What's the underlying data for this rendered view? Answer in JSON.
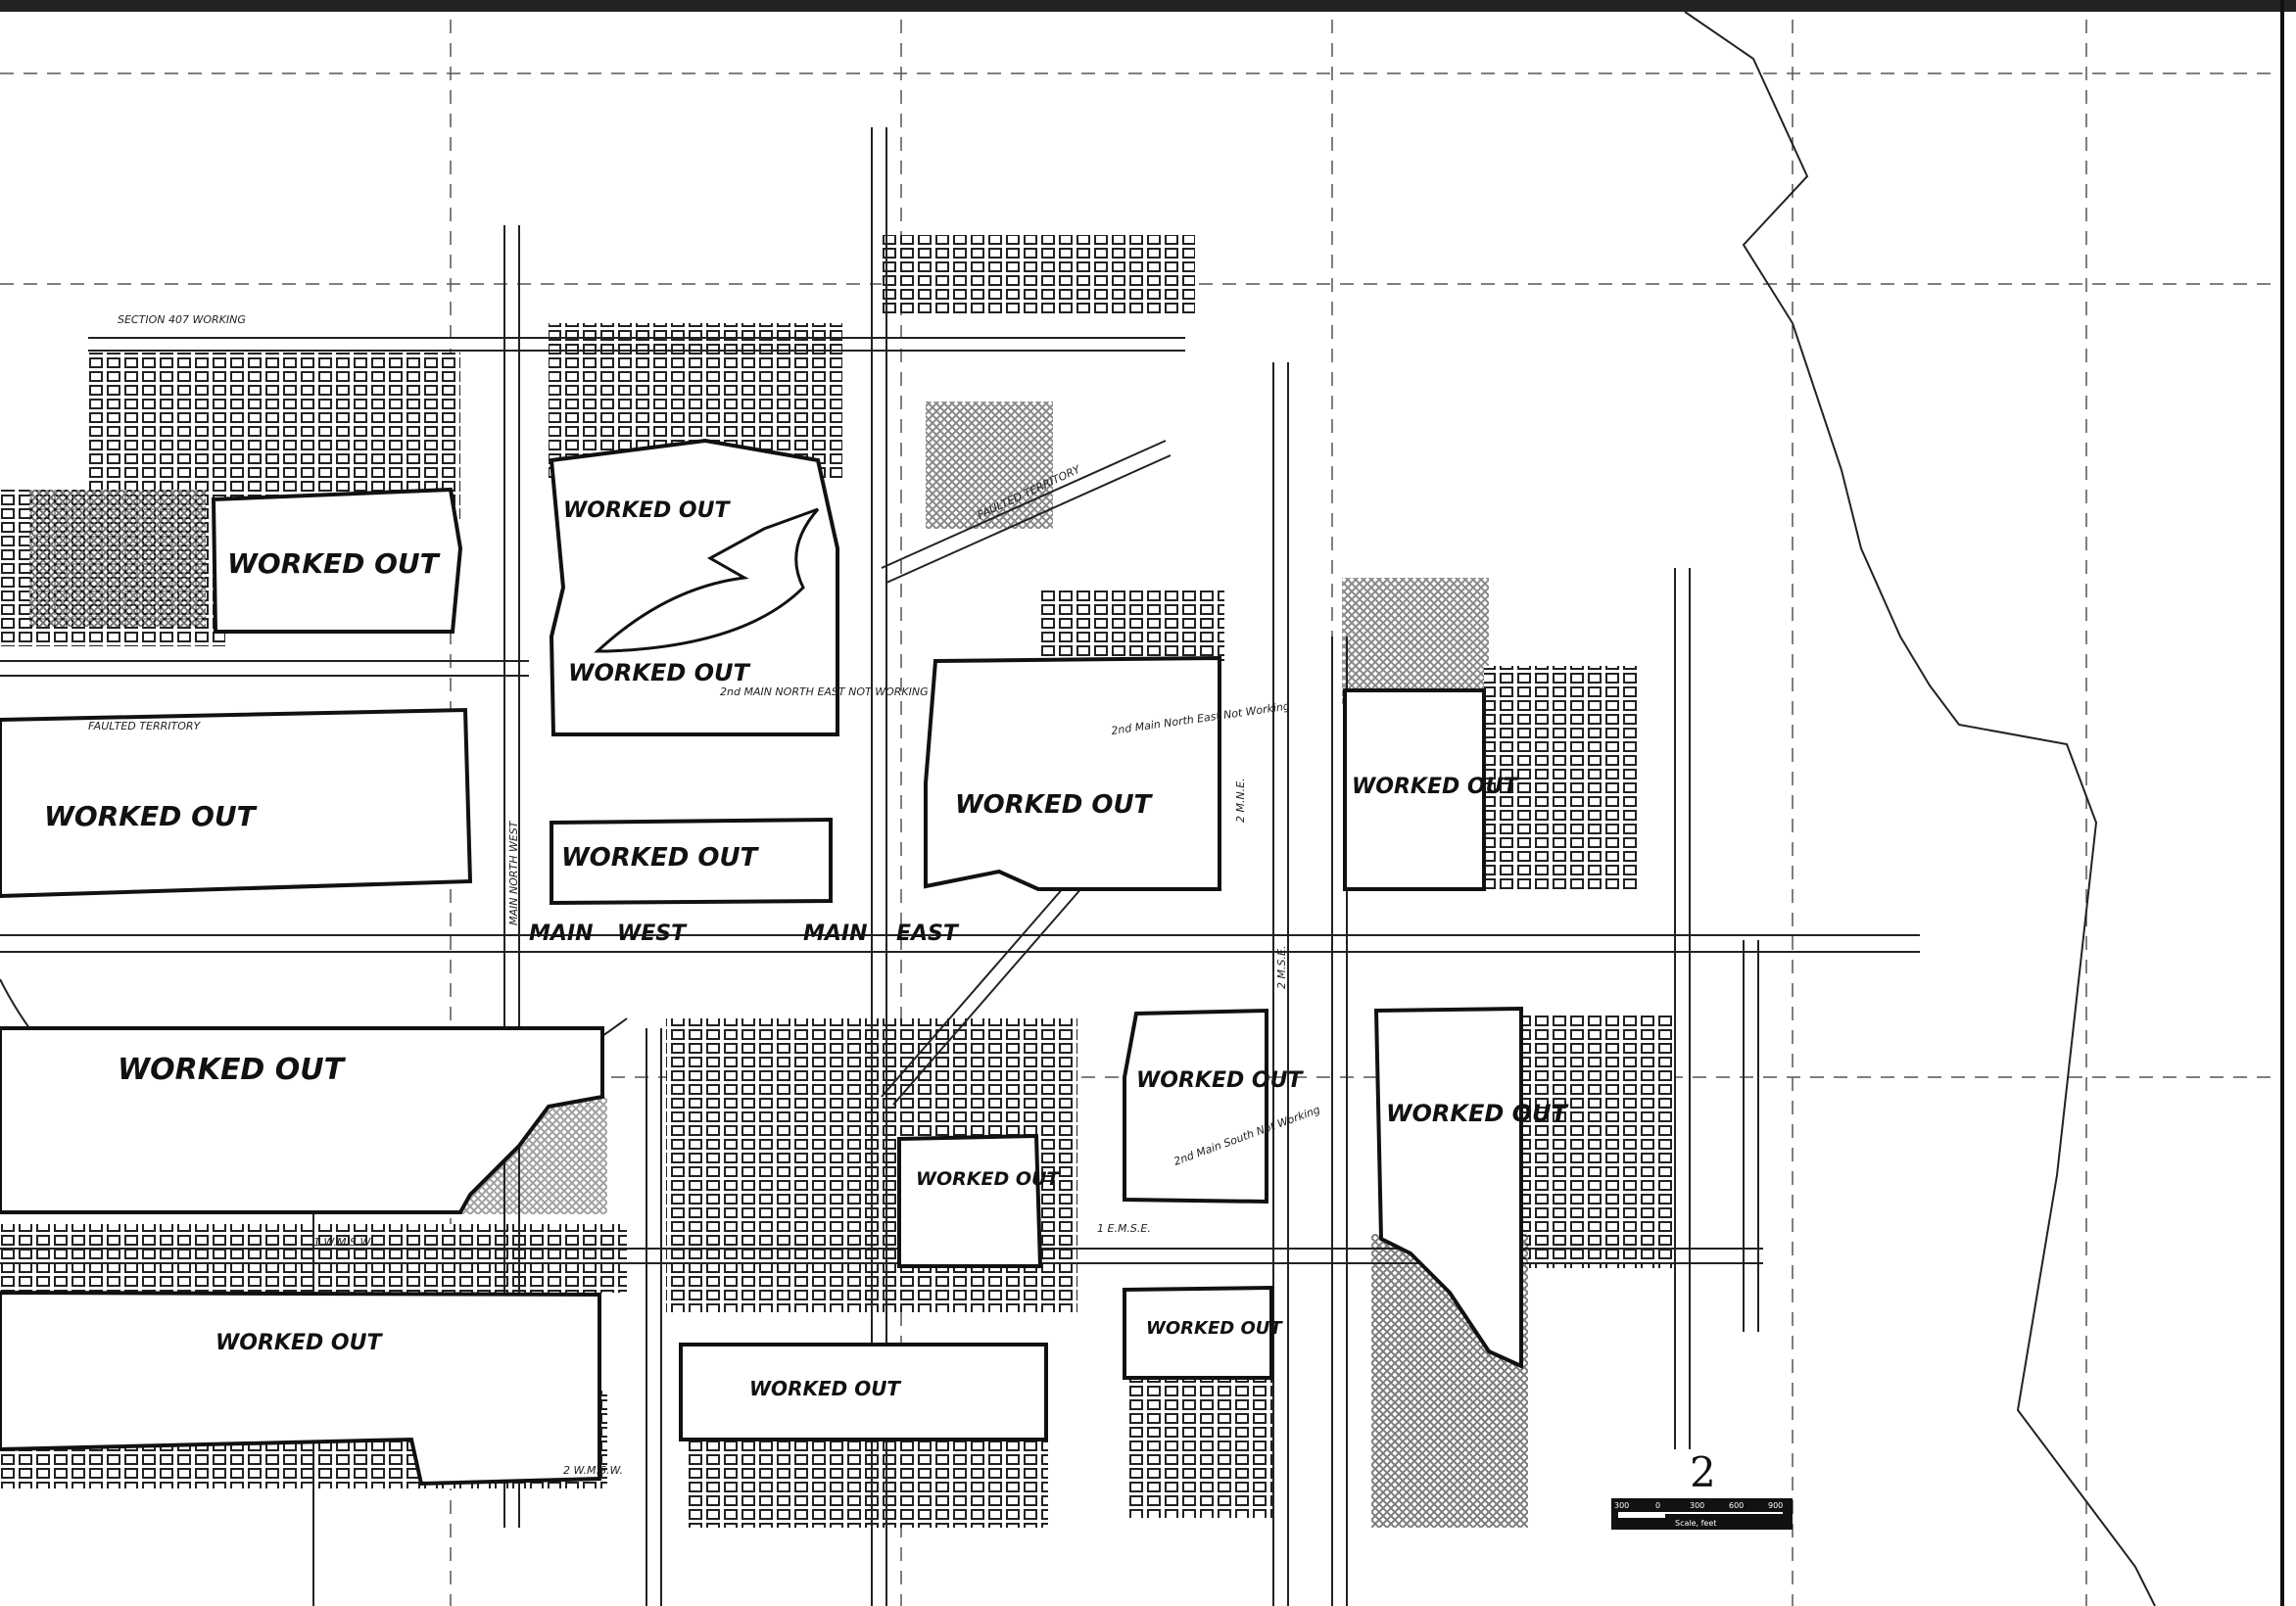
{
  "map": {
    "sheet_number": "2",
    "scale_bar": {
      "ticks": [
        "300",
        "0",
        "300",
        "600",
        "900"
      ],
      "caption": "Scale, feet"
    },
    "worked_out_areas": [
      {
        "id": "wo-1",
        "label": "WORKED OUT"
      },
      {
        "id": "wo-2",
        "label": "WORKED OUT"
      },
      {
        "id": "wo-3",
        "label": "WORKED OUT"
      },
      {
        "id": "wo-4",
        "label": "WORKED OUT"
      },
      {
        "id": "wo-5",
        "label": "WORKED OUT"
      },
      {
        "id": "wo-6",
        "label": "WORKED OUT"
      },
      {
        "id": "wo-7",
        "label": "WORKED OUT"
      },
      {
        "id": "wo-8",
        "label": "WORKED OUT"
      },
      {
        "id": "wo-9",
        "label": "WORKED OUT"
      },
      {
        "id": "wo-10",
        "label": "WORKED OUT"
      },
      {
        "id": "wo-11",
        "label": "WORKED OUT"
      },
      {
        "id": "wo-12",
        "label": "WORKED OUT"
      },
      {
        "id": "wo-13",
        "label": "WORKED OUT"
      }
    ],
    "entry_labels": {
      "main_west_1": "MAIN",
      "main_west_2": "WEST",
      "main_east_1": "MAIN",
      "main_east_2": "EAST",
      "second_main_ne": "2nd MAIN NORTH EAST NOT WORKING",
      "second_main_ne_2": "2nd Main North East Not Working",
      "second_main_south": "2nd Main South Not Working",
      "faulted_territory": "FAULTED TERRITORY",
      "faulted_territory_2": "FAULTED TERRITORY",
      "one_wmsw": "1 W.M.S.W.",
      "two_wmsw": "2 W.M.S.W.",
      "one_emse": "1 E.M.S.E.",
      "two_mse": "2 M.S.E.",
      "two_mne": "2 M.N.E.",
      "main_north_west": "MAIN NORTH WEST",
      "section_working": "SECTION 407 WORKING"
    }
  }
}
